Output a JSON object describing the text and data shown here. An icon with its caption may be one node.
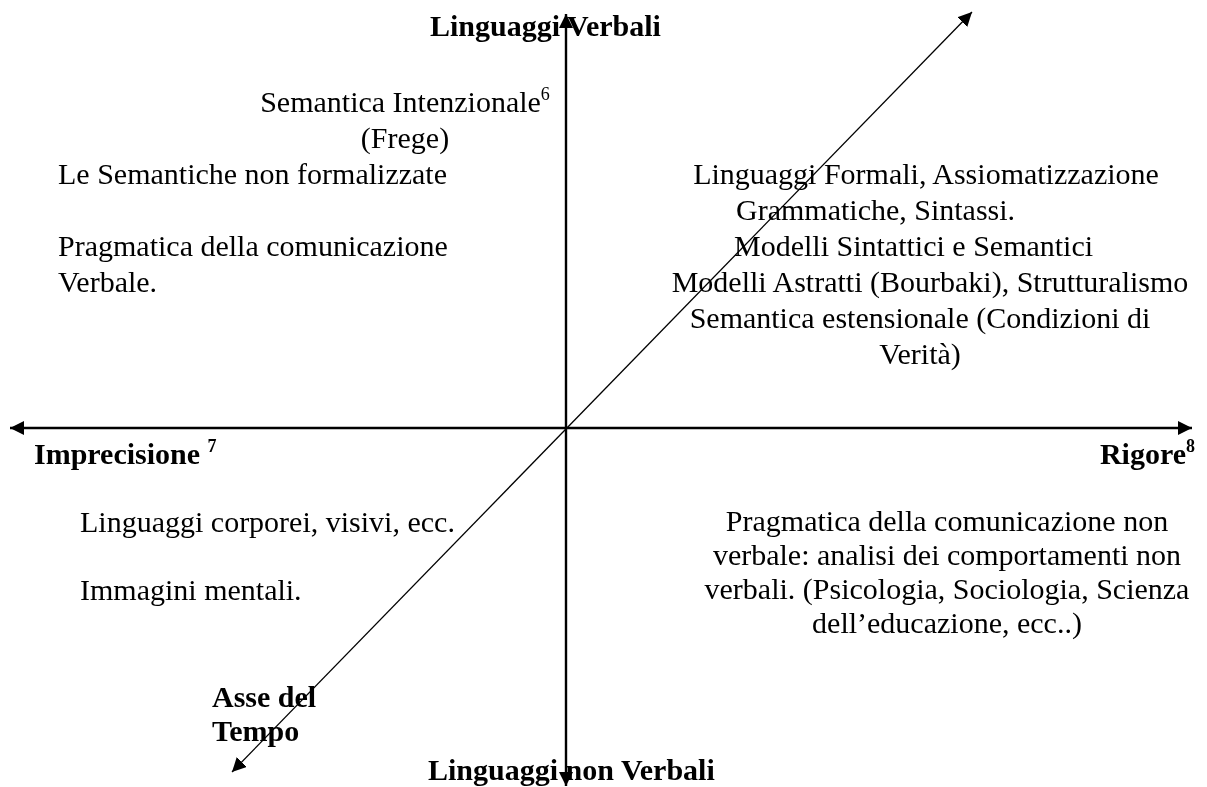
{
  "diagram": {
    "labels": [
      "Linguaggi Verbali",
      "Semantica Intenzionale$^{6}$ (Frege)",
      "Le Semantiche non formalizzate",
      "Pragmatica della comunicazione Verbale.",
      "Linguaggi Formali, Assiomatizzazione",
      "Grammatiche, Sintassi.",
      "Modelli Sintattici e Semantici",
      "Modelli Astratti (Bourbaki), Strutturalismo",
      "Semantica estensionale (Condizioni di Verità)",
      "Imprecisione $^{7}$",
      "Rigore$^{8}$",
      "Linguaggi corporei, visivi, ecc.",
      "Immagini mentali.",
      "Pragmatica della comunicazione non verbale: analisi dei comportamenti non verbali. (Psicologia, Sociologia, Scienza dell’educazione, ecc..)",
      "Asse del Tempo",
      "Linguaggi non Verbali"
    ]
  }
}
